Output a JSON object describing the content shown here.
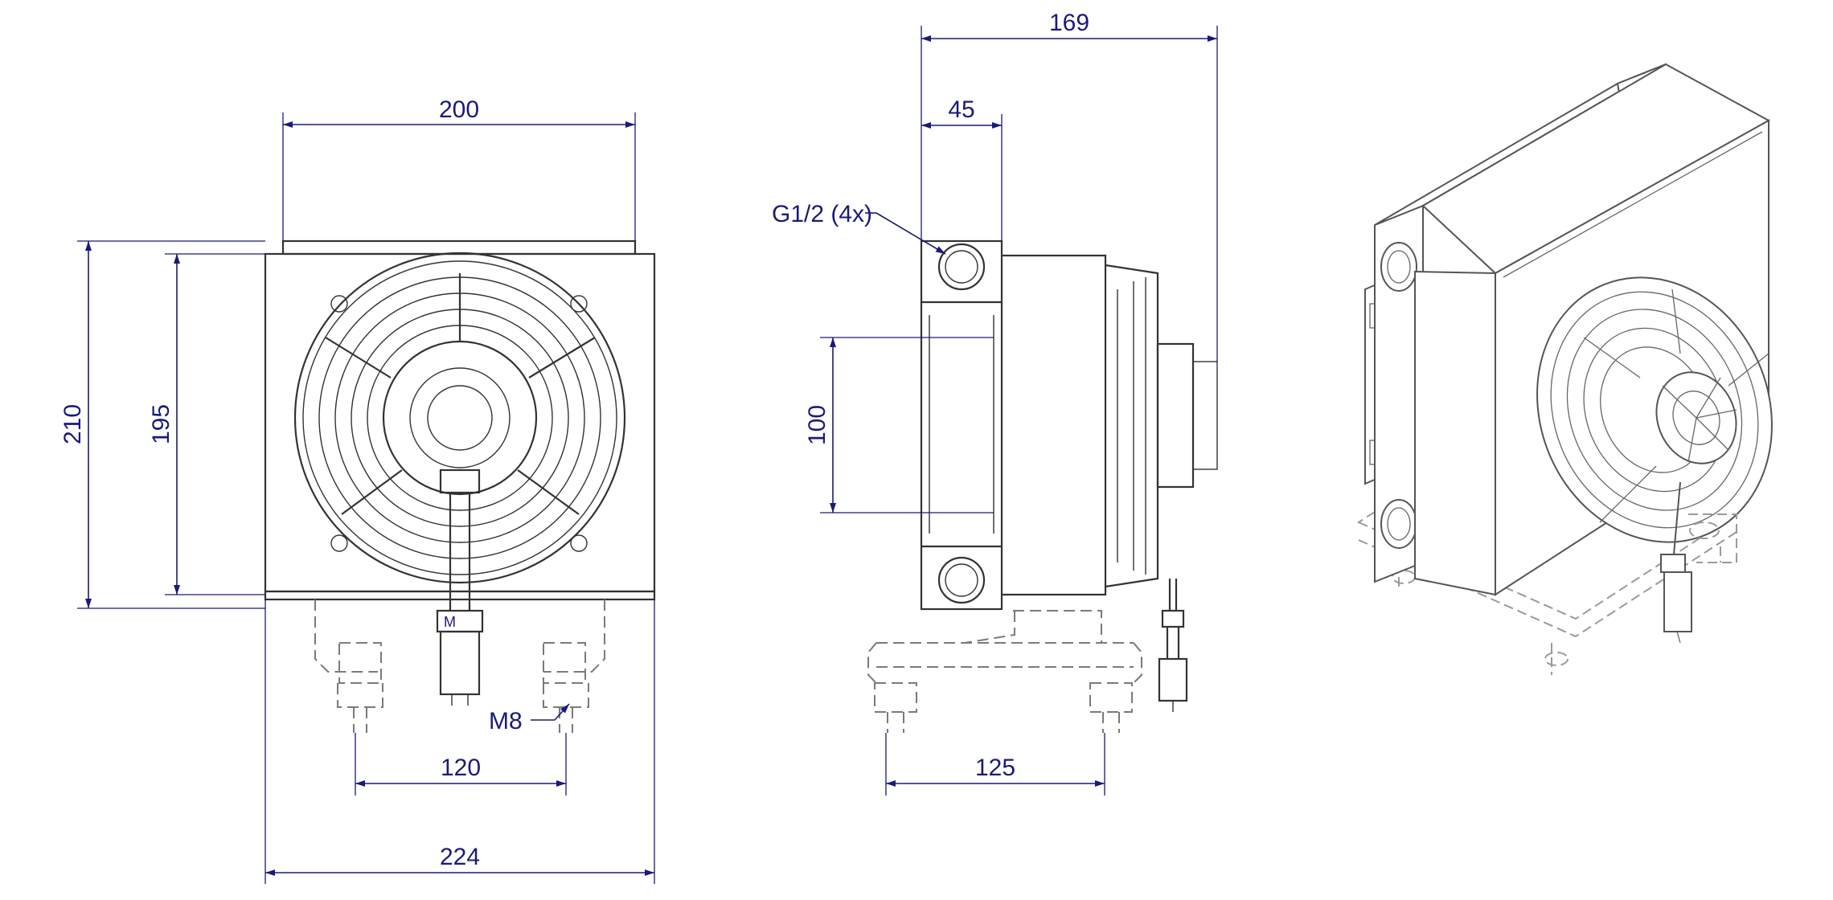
{
  "colors": {
    "dimension": "#1a1a7a",
    "outline": "#333333",
    "hidden": "#7a7a7a"
  },
  "front_view": {
    "dims": {
      "top_width": "200",
      "height_outer": "210",
      "height_inner": "195",
      "mount_spacing": "120",
      "bottom_width": "224"
    },
    "thread_callout": "M8",
    "motor_marking": "M"
  },
  "side_view": {
    "dims": {
      "overall_depth": "169",
      "core_depth": "45",
      "port_spacing": "100",
      "mount_spacing": "125"
    },
    "port_callout": "G1/2 (4x)"
  }
}
